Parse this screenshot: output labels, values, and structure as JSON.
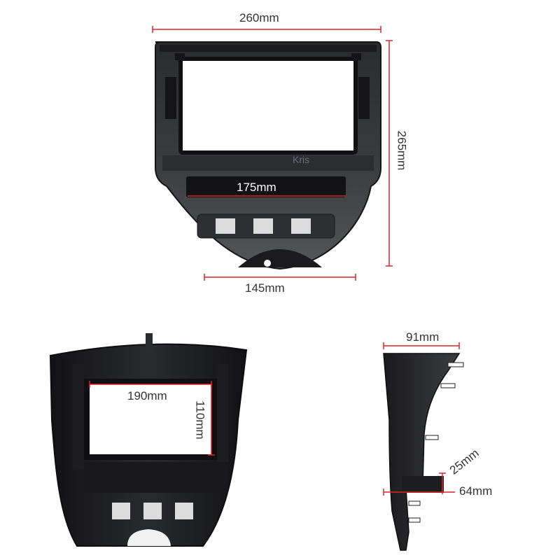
{
  "colors": {
    "dimension_line": "#d9272e",
    "label_text": "#333333",
    "panel_dark": "#1e1e20",
    "panel_mid": "#3a3b3e",
    "panel_light": "#6a6b6f",
    "background": "#ffffff"
  },
  "front_view": {
    "width_label": "260mm",
    "height_label": "265mm",
    "slot_label": "175mm",
    "bottom_label": "145mm",
    "watermark": "Kris"
  },
  "back_view": {
    "opening_width_label": "190mm",
    "opening_height_label": "110mm"
  },
  "side_view": {
    "top_depth_label": "91mm",
    "step_label": "25mm",
    "bottom_depth_label": "64mm"
  }
}
